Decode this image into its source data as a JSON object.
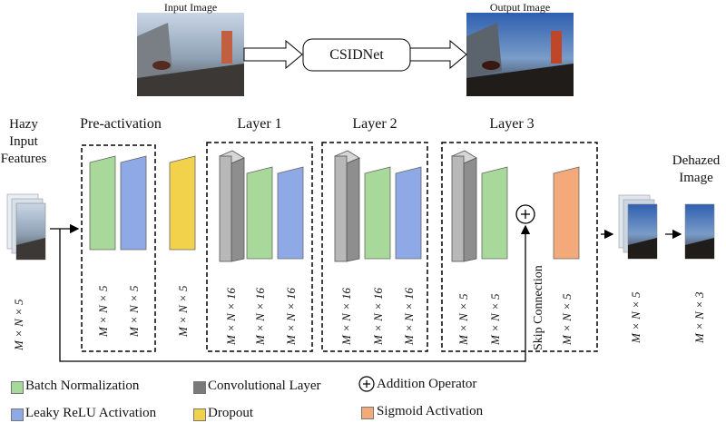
{
  "top": {
    "input_label": "Input Image",
    "output_label": "Output Image",
    "model_label": "CSIDNet"
  },
  "left": {
    "hazy_label_lines": [
      "Hazy",
      "Input",
      "Features"
    ],
    "input_dim": "M × N × 5"
  },
  "right": {
    "dehazed_label_lines": [
      "Dehazed",
      "Image"
    ],
    "pre_out_dim": "M × N × 5",
    "out_dim": "M × N × 3"
  },
  "blocks": {
    "pre_activation": {
      "title": "Pre-activation",
      "dims": [
        "M × N × 5",
        "M × N × 5"
      ]
    },
    "dropout_dim": "M × N × 5",
    "layer1": {
      "title": "Layer 1",
      "dims": [
        "M × N × 16",
        "M × N × 16",
        "M × N × 16"
      ]
    },
    "layer2": {
      "title": "Layer 2",
      "dims": [
        "M × N × 16",
        "M × N × 16",
        "M × N × 16"
      ]
    },
    "layer3": {
      "title": "Layer 3",
      "dims": [
        "M × N × 5",
        "M × N × 5"
      ]
    },
    "skip_label": "Skip Connection",
    "sigmoid_dim": "M × N × 5"
  },
  "legend": {
    "batch_norm": "Batch Normalization",
    "leaky_relu": "Leaky ReLU Activation",
    "conv": "Convolutional Layer",
    "dropout": "Dropout",
    "addition": "Addition Operator",
    "sigmoid": "Sigmoid Activation"
  },
  "colors": {
    "batch_norm": "#a9d99a",
    "leaky_relu": "#8fa9e6",
    "conv": "#b8b8b8",
    "dropout": "#f2d24a",
    "sigmoid": "#f3a97a"
  }
}
